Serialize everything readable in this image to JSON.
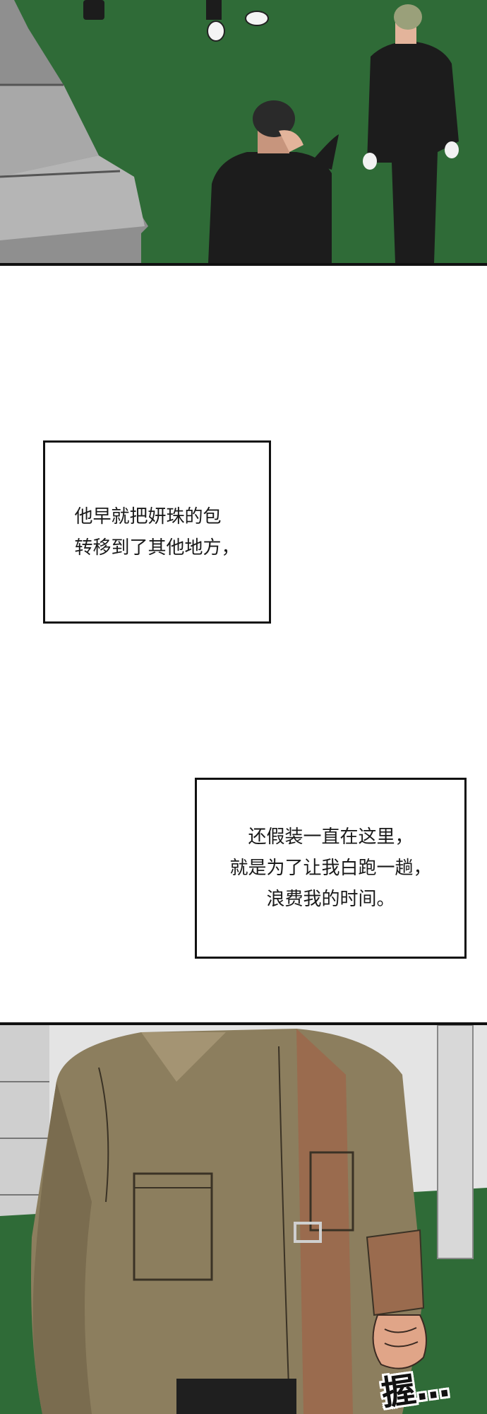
{
  "captions": [
    {
      "lines": [
        "他早就把妍珠的包",
        "转移到了其他地方，"
      ]
    },
    {
      "lines": [
        "还假装一直在这里，",
        "就是为了让我白跑一趟，",
        "浪费我的时间。"
      ]
    }
  ],
  "sound_effect": "握…",
  "colors": {
    "grass": "#2f6b37",
    "suit": "#1c1c1c",
    "jacket": "#8c7e5e",
    "wall": "#e4e4e4"
  }
}
